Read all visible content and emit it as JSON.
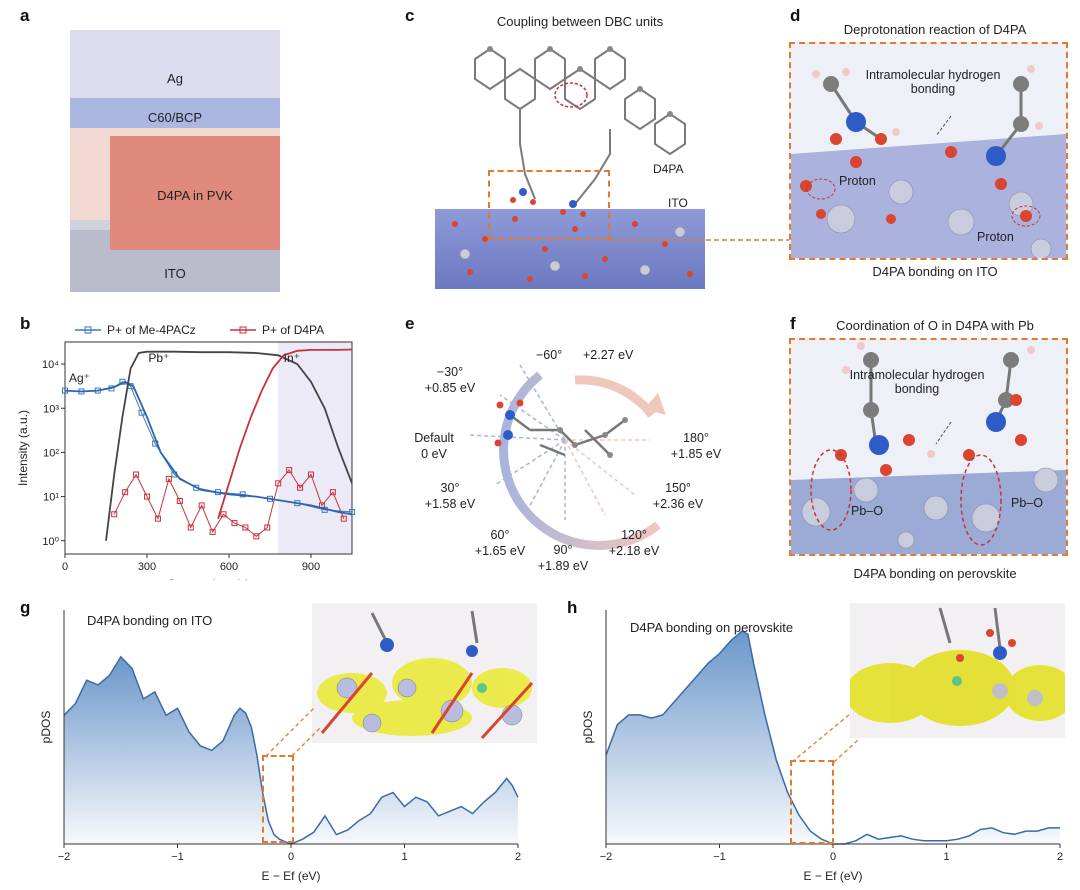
{
  "panels": {
    "a": {
      "letter": "a",
      "layers": [
        "Ag",
        "C60/BCP",
        "D4PA in PVK",
        "ITO"
      ]
    },
    "b": {
      "letter": "b"
    },
    "c": {
      "letter": "c",
      "title": "Coupling between DBC units",
      "label_d4pa": "D4PA",
      "label_ito": "ITO"
    },
    "d": {
      "letter": "d",
      "title": "Deprotonation reaction of D4PA",
      "hbond": "Intramolecular hydrogen bonding",
      "proton1": "Proton",
      "proton2": "Proton",
      "caption": "D4PA bonding on ITO"
    },
    "e": {
      "letter": "e",
      "angles": [
        {
          "angle": "−60°",
          "energy": "+2.27 eV"
        },
        {
          "angle": "−30°",
          "energy": "+0.85 eV"
        },
        {
          "angle": "Default",
          "energy": "0 eV"
        },
        {
          "angle": "30°",
          "energy": "+1.58 eV"
        },
        {
          "angle": "60°",
          "energy": "+1.65 eV"
        },
        {
          "angle": "90°",
          "energy": "+1.89 eV"
        },
        {
          "angle": "120°",
          "energy": "+2.18 eV"
        },
        {
          "angle": "150°",
          "energy": "+2.36 eV"
        },
        {
          "angle": "180°",
          "energy": "+1.85 eV"
        }
      ]
    },
    "f": {
      "letter": "f",
      "title": "Coordination of O in D4PA with Pb",
      "hbond": "Intramolecular hydrogen bonding",
      "pbo1": "Pb–O",
      "pbo2": "Pb–O",
      "caption": "D4PA bonding on perovskite"
    },
    "g": {
      "letter": "g",
      "title": "D4PA bonding on ITO"
    },
    "h": {
      "letter": "h",
      "title": "D4PA bonding on perovskite"
    }
  },
  "chart_data": [
    {
      "panel": "b",
      "type": "scatter",
      "xlabel": "Sputter time (s)",
      "ylabel": "Intensity (a.u.)",
      "xlim": [
        0,
        1050
      ],
      "ylim_log10": [
        -0.3,
        4.5
      ],
      "y_scale": "log",
      "x_ticks": [
        "0",
        "300",
        "600",
        "900"
      ],
      "y_ticks": [
        "10⁰",
        "10¹",
        "10²",
        "10³",
        "10⁴"
      ],
      "legend_placement": "top",
      "annotations": [
        "Ag⁺",
        "Pb⁺",
        "In⁺"
      ],
      "colors": {
        "me4pacz": "#3a78b8",
        "d4pa": "#c8323c",
        "ag": "#2a65b0",
        "pb": "#444444",
        "in": "#c8323c"
      },
      "series": [
        {
          "name": "P+ of Me-4PACz",
          "x": [
            0,
            60,
            120,
            170,
            210,
            240,
            280,
            330,
            400,
            480,
            560,
            650,
            750,
            850,
            950,
            1050
          ],
          "log10_y": [
            3.4,
            3.38,
            3.4,
            3.45,
            3.6,
            3.5,
            2.9,
            2.2,
            1.5,
            1.2,
            1.1,
            1.05,
            0.95,
            0.85,
            0.7,
            0.65
          ]
        },
        {
          "name": "P+ of D4PA",
          "x": [
            180,
            220,
            260,
            300,
            340,
            380,
            420,
            460,
            500,
            540,
            580,
            620,
            660,
            700,
            740,
            780,
            820,
            860,
            900,
            940,
            980,
            1020
          ],
          "log10_y": [
            0.6,
            1.1,
            1.5,
            1.0,
            0.5,
            1.4,
            0.9,
            0.3,
            0.8,
            0.2,
            0.6,
            0.4,
            0.3,
            0.1,
            0.3,
            1.3,
            1.6,
            1.2,
            1.5,
            0.8,
            1.1,
            0.5
          ]
        },
        {
          "name": "Ag+",
          "x": [
            0,
            60,
            120,
            180,
            220,
            250,
            300,
            350,
            420,
            500,
            600,
            700,
            800,
            900,
            1000,
            1050
          ],
          "log10_y": [
            3.4,
            3.38,
            3.4,
            3.48,
            3.6,
            3.5,
            2.8,
            2.0,
            1.4,
            1.15,
            1.05,
            1.0,
            0.9,
            0.8,
            0.65,
            0.6
          ]
        },
        {
          "name": "Pb+",
          "x": [
            150,
            180,
            210,
            240,
            270,
            300,
            400,
            500,
            600,
            700,
            780,
            850,
            900,
            950,
            1000,
            1050
          ],
          "log10_y": [
            0.0,
            1.5,
            2.8,
            3.9,
            4.25,
            4.28,
            4.28,
            4.27,
            4.27,
            4.25,
            4.2,
            4.0,
            3.6,
            3.0,
            2.1,
            1.3
          ]
        },
        {
          "name": "In+",
          "x": [
            560,
            600,
            640,
            680,
            720,
            760,
            800,
            850,
            900,
            950,
            1000,
            1050
          ],
          "log10_y": [
            0.5,
            1.3,
            2.1,
            2.8,
            3.4,
            3.9,
            4.2,
            4.3,
            4.32,
            4.32,
            4.32,
            4.33
          ]
        }
      ]
    },
    {
      "panel": "g",
      "type": "area",
      "xlabel": "E − Ef (eV)",
      "ylabel": "pDOS",
      "xlim": [
        -2,
        2
      ],
      "x_ticks": [
        "−2",
        "−1",
        "0",
        "1",
        "2"
      ],
      "x": [
        -2.0,
        -1.9,
        -1.8,
        -1.7,
        -1.6,
        -1.5,
        -1.4,
        -1.3,
        -1.2,
        -1.1,
        -1.0,
        -0.9,
        -0.8,
        -0.7,
        -0.6,
        -0.5,
        -0.45,
        -0.4,
        -0.35,
        -0.3,
        -0.25,
        -0.2,
        -0.15,
        -0.1,
        -0.05,
        0.0,
        0.1,
        0.2,
        0.3,
        0.4,
        0.5,
        0.6,
        0.7,
        0.8,
        0.9,
        1.0,
        1.1,
        1.2,
        1.3,
        1.4,
        1.5,
        1.6,
        1.7,
        1.8,
        1.9,
        1.95,
        2.0
      ],
      "values": [
        0.55,
        0.6,
        0.7,
        0.68,
        0.72,
        0.8,
        0.75,
        0.62,
        0.65,
        0.55,
        0.58,
        0.48,
        0.42,
        0.4,
        0.44,
        0.55,
        0.58,
        0.56,
        0.5,
        0.38,
        0.22,
        0.1,
        0.04,
        0.02,
        0.01,
        0.0,
        0.02,
        0.05,
        0.12,
        0.04,
        0.06,
        0.1,
        0.13,
        0.2,
        0.22,
        0.16,
        0.2,
        0.18,
        0.12,
        0.14,
        0.16,
        0.13,
        0.18,
        0.22,
        0.28,
        0.25,
        0.2
      ],
      "colors": {
        "fill": "#5b8bc4",
        "line": "#3a6aa8"
      }
    },
    {
      "panel": "h",
      "type": "area",
      "xlabel": "E − Ef (eV)",
      "ylabel": "pDOS",
      "xlim": [
        -2,
        2
      ],
      "x_ticks": [
        "−2",
        "−1",
        "0",
        "1",
        "2"
      ],
      "x": [
        -2.0,
        -1.9,
        -1.8,
        -1.7,
        -1.6,
        -1.5,
        -1.4,
        -1.3,
        -1.2,
        -1.1,
        -1.0,
        -0.9,
        -0.8,
        -0.75,
        -0.7,
        -0.6,
        -0.5,
        -0.4,
        -0.3,
        -0.2,
        -0.1,
        0.0,
        0.1,
        0.2,
        0.3,
        0.4,
        0.5,
        0.6,
        0.7,
        0.8,
        0.9,
        1.0,
        1.1,
        1.2,
        1.3,
        1.4,
        1.5,
        1.6,
        1.7,
        1.8,
        1.9,
        2.0
      ],
      "values": [
        0.55,
        0.74,
        0.8,
        0.8,
        0.78,
        0.8,
        0.88,
        0.96,
        1.04,
        1.12,
        1.18,
        1.26,
        1.32,
        1.3,
        1.12,
        0.8,
        0.52,
        0.32,
        0.18,
        0.08,
        0.03,
        0.0,
        0.0,
        0.02,
        0.06,
        0.03,
        0.04,
        0.05,
        0.03,
        0.02,
        0.02,
        0.02,
        0.03,
        0.05,
        0.09,
        0.1,
        0.07,
        0.06,
        0.08,
        0.08,
        0.1,
        0.1
      ],
      "colors": {
        "fill": "#5b8bc4",
        "line": "#3a6aa8"
      }
    }
  ]
}
